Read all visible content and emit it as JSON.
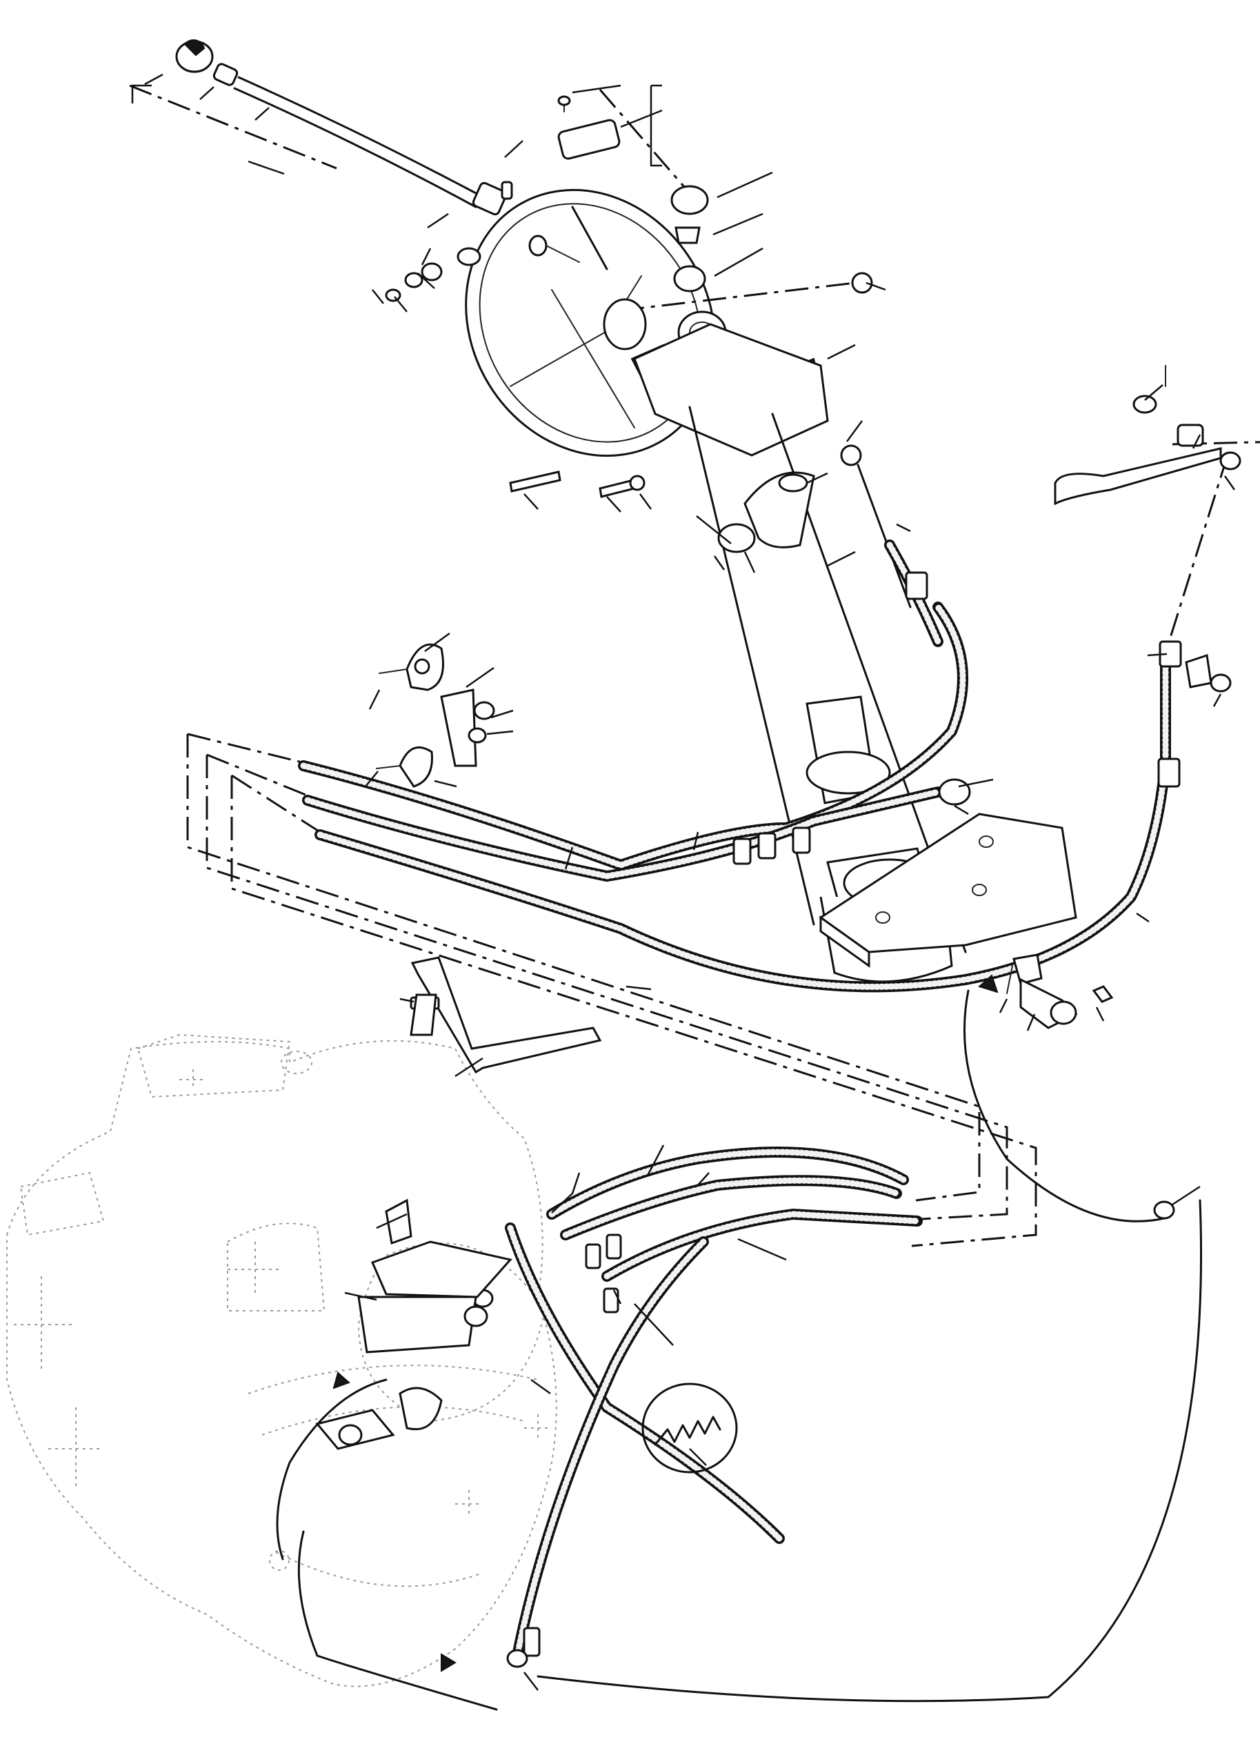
{
  "diagram": {
    "description_printed": false,
    "colors": {
      "ink": "#111111",
      "paper": "#ffffff",
      "housing": "#9a9a9a"
    },
    "components": [
      {
        "id": "shift-knob",
        "icon": "knob-icon"
      },
      {
        "id": "shift-lever",
        "icon": "lever-icon"
      },
      {
        "id": "steering-wheel",
        "icon": "wheel-icon"
      },
      {
        "id": "steering-column",
        "icon": "column-icon"
      },
      {
        "id": "control-cables",
        "icon": "cable-icon"
      },
      {
        "id": "transmission-housing",
        "icon": "gearbox-icon"
      },
      {
        "id": "mounting-bracket",
        "icon": "bracket-icon"
      },
      {
        "id": "return-spring",
        "icon": "spring-icon"
      },
      {
        "id": "pedal-lever",
        "icon": "pedal-icon"
      }
    ]
  }
}
